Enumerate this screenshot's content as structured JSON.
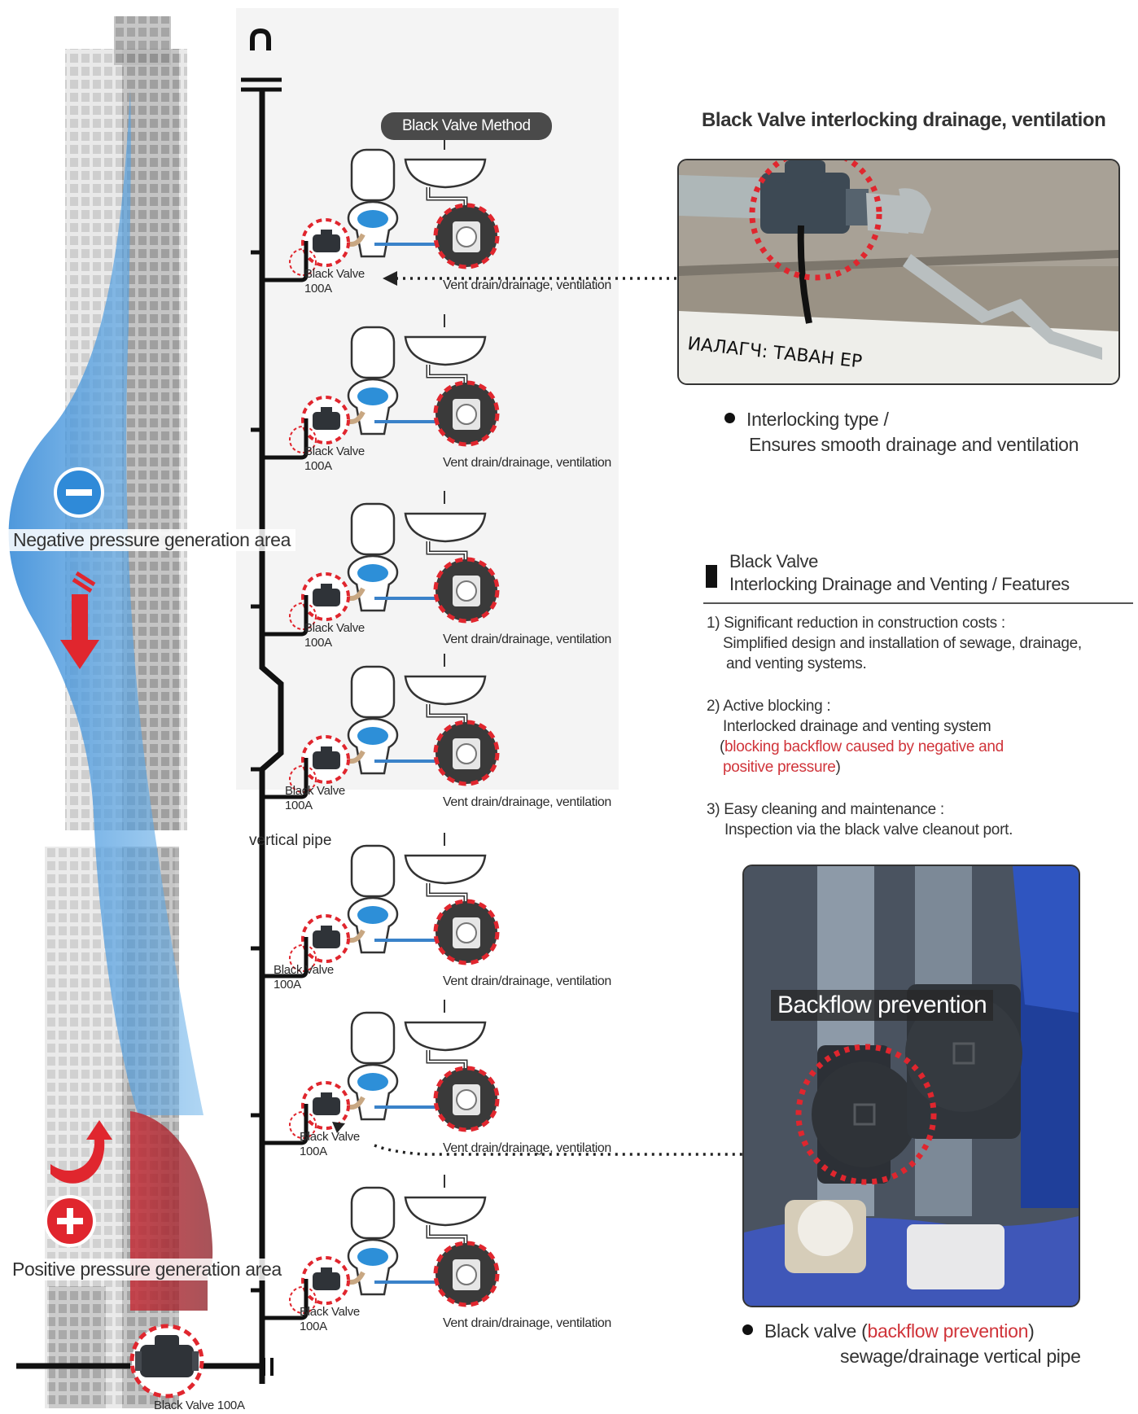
{
  "method_badge": "Black Valve Method",
  "vertical_pipe_label": "vertical pipe",
  "negative_area_label": "Negative pressure generation area",
  "positive_area_label": "Positive pressure generation area",
  "floors": [
    {
      "valve_name": "Black Valve",
      "valve_size": "100A",
      "vent_label": "Vent drain/drainage, ventilation"
    },
    {
      "valve_name": "Black Valve",
      "valve_size": "100A",
      "vent_label": "Vent drain/drainage, ventilation"
    },
    {
      "valve_name": "Black Valve",
      "valve_size": "100A",
      "vent_label": "Vent drain/drainage, ventilation"
    },
    {
      "valve_name": "Black Valve",
      "valve_size": "100A",
      "vent_label": "Vent drain/drainage, ventilation"
    },
    {
      "valve_name": "Black Valve",
      "valve_size": "100A",
      "vent_label": "Vent drain/drainage, ventilation"
    },
    {
      "valve_name": "Black Valve",
      "valve_size": "100A",
      "vent_label": "Vent drain/drainage, ventilation"
    },
    {
      "valve_name": "Black Valve",
      "valve_size": "100A",
      "vent_label": "Vent drain/drainage, ventilation"
    }
  ],
  "bottom_valve_label": "Black Valve 100A",
  "top_photo": {
    "title": "Black Valve interlocking drainage, ventilation",
    "wall_text": "ИАЛАГЧ: ТАВАН ЕР",
    "bullet_line1": "Interlocking type /",
    "bullet_line2": "Ensures smooth drainage and ventilation"
  },
  "features": {
    "title_line1": "Black Valve",
    "title_line2": "Interlocking Drainage and Venting / Features",
    "items": [
      {
        "heading": "1) Significant reduction in construction costs :",
        "line1": "Simplified design and installation of sewage, drainage,",
        "line2": "and venting systems."
      },
      {
        "heading": "2) Active blocking :",
        "line1": "Interlocked drainage and venting system",
        "paren_open": "(",
        "red1": "blocking backflow caused by negative and",
        "red2": "positive pressure",
        "paren_close": ")"
      },
      {
        "heading": "3) Easy cleaning and maintenance :",
        "line1": "Inspection via the black valve cleanout port."
      }
    ]
  },
  "bottom_photo": {
    "badge": "Backflow prevention",
    "caption_prefix": "Black valve (",
    "caption_red": "backflow prevention",
    "caption_suffix": ")",
    "caption_line2": "sewage/drainage vertical pipe"
  },
  "colors": {
    "negative_blue": "#3d8fd6",
    "positive_red": "#b0232e",
    "accent_red": "#d0343a",
    "pipe": "#111111"
  },
  "icons": [
    "minus-icon",
    "plus-icon",
    "down-arrow-icon",
    "curved-up-arrow-icon",
    "toilet-icon",
    "sink-icon",
    "black-valve-icon",
    "air-admittance-valve-icon"
  ]
}
